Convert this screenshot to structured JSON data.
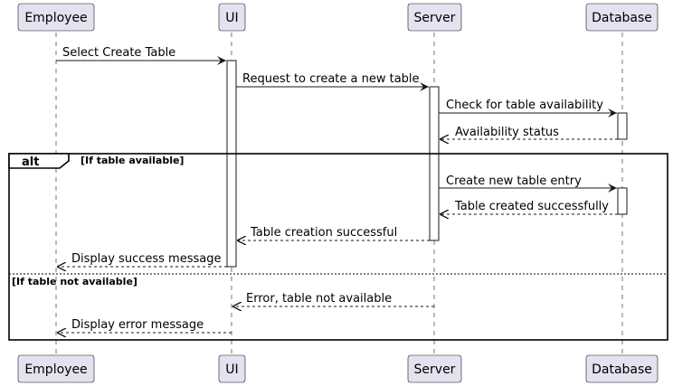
{
  "participants": [
    {
      "id": "employee",
      "label": "Employee"
    },
    {
      "id": "ui",
      "label": "UI"
    },
    {
      "id": "server",
      "label": "Server"
    },
    {
      "id": "database",
      "label": "Database"
    }
  ],
  "messages": [
    {
      "from": "employee",
      "to": "ui",
      "label": "Select Create Table",
      "style": "solid"
    },
    {
      "from": "ui",
      "to": "server",
      "label": "Request to create a new table",
      "style": "solid"
    },
    {
      "from": "server",
      "to": "database",
      "label": "Check for table availability",
      "style": "solid"
    },
    {
      "from": "database",
      "to": "server",
      "label": "Availability status",
      "style": "dashed"
    },
    {
      "from": "server",
      "to": "database",
      "label": "Create new table entry",
      "style": "solid"
    },
    {
      "from": "database",
      "to": "server",
      "label": "Table created successfully",
      "style": "dashed"
    },
    {
      "from": "server",
      "to": "ui",
      "label": "Table creation successful",
      "style": "dashed"
    },
    {
      "from": "ui",
      "to": "employee",
      "label": "Display success message",
      "style": "dashed"
    },
    {
      "from": "server",
      "to": "ui",
      "label": "Error, table not available",
      "style": "dashed"
    },
    {
      "from": "ui",
      "to": "employee",
      "label": "Display error message",
      "style": "dashed"
    }
  ],
  "fragment": {
    "operator": "alt",
    "guards": [
      "[If table available]",
      "[If table not available]"
    ]
  }
}
